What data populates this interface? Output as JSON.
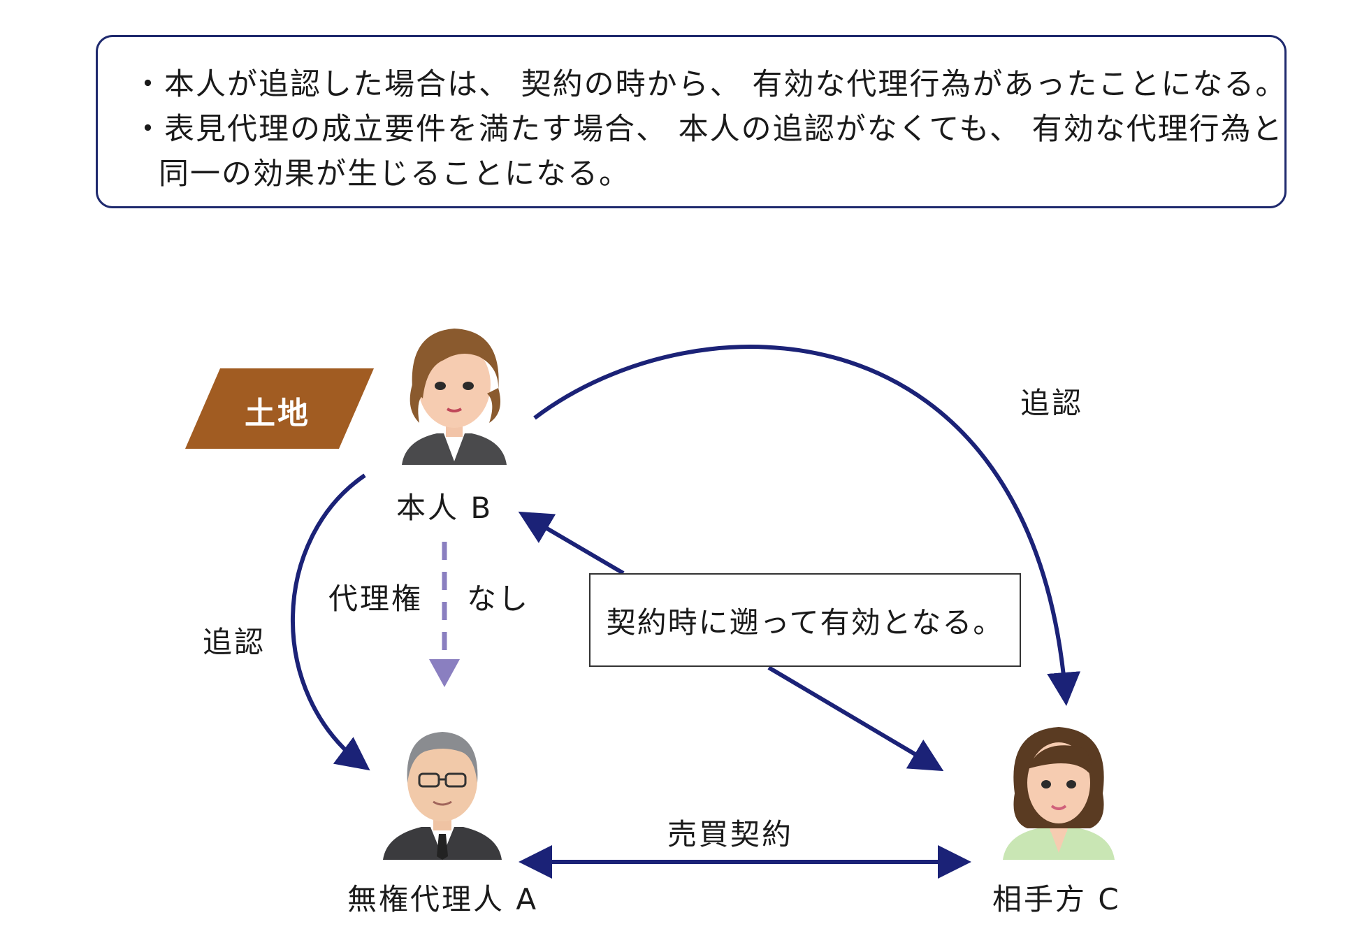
{
  "notes": {
    "line1": "・本人が追認した場合は、 契約の時から、 有効な代理行為があったことになる。",
    "line2": "・表見代理の成立要件を満たす場合、 本人の追認がなくても、 有効な代理行為と",
    "line3": "同一の効果が生じることになる。"
  },
  "land": {
    "label": "土地",
    "color": "#a15c22"
  },
  "people": {
    "principal": "本人 B",
    "agent": "無権代理人 A",
    "counterparty": "相手方 C"
  },
  "relations": {
    "ratify_left": "追認",
    "ratify_right": "追認",
    "authority": "代理権",
    "none": "なし",
    "sale": "売買契約",
    "result": "契約時に遡って有効となる。"
  },
  "colors": {
    "arrow": "#1b2277",
    "dashed": "#8a7fc0",
    "frame": "#1f2a6e"
  }
}
